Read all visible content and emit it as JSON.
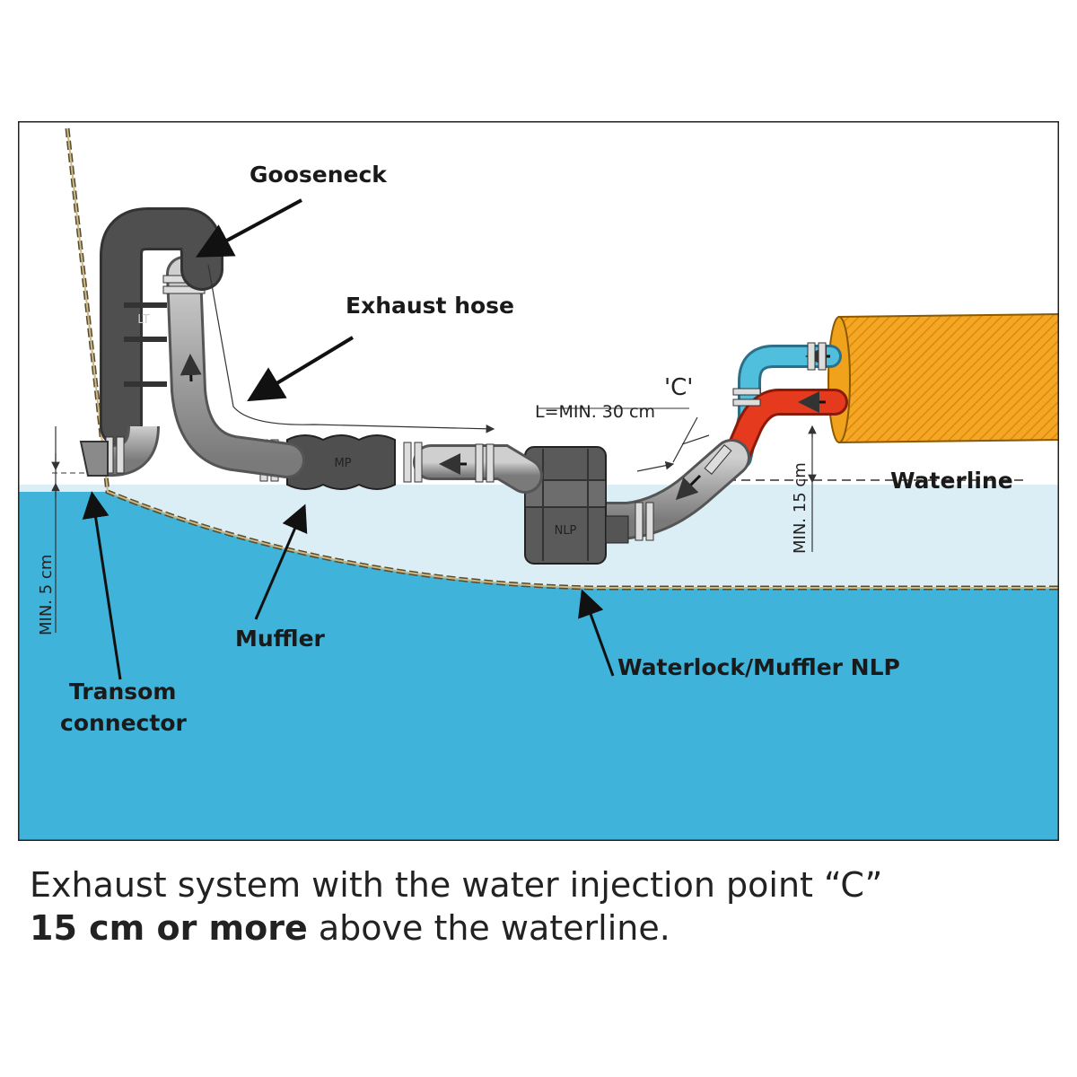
{
  "labels": {
    "gooseneck": "Gooseneck",
    "exhaust_hose": "Exhaust hose",
    "waterline": "Waterline",
    "muffler": "Muffler",
    "waterlock": "Waterlock/Muffler NLP",
    "transom_line1": "Transom",
    "transom_line2": "connector",
    "injection_point": "'C'",
    "length_min": "L=MIN. 30 cm",
    "height_min": "MIN. 15 cm",
    "transom_min": "MIN. 5 cm",
    "lt_mark": "LT",
    "mp_mark": "MP",
    "nlp_mark": "NLP"
  },
  "caption": {
    "line1": "Exhaust system with the water injection point “C”",
    "line2_bold": "15 cm or more",
    "line2_rest": " above the waterline."
  },
  "colors": {
    "water_light": "#dbeef5",
    "water_deep": "#3fb3d9",
    "engine": "#f5a623",
    "hot_pipe": "#e53a1e",
    "cool_pipe": "#4fbfdd",
    "hose": "#a9a9a9"
  }
}
